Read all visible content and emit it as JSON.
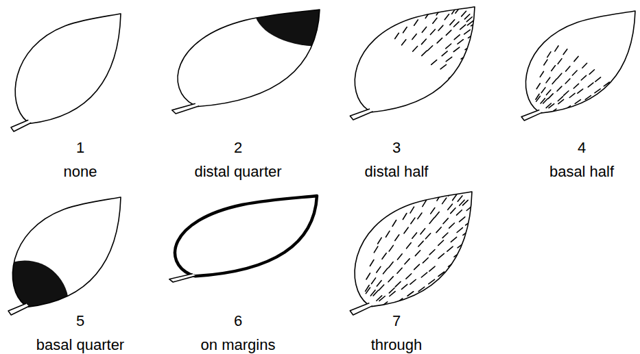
{
  "diagram": {
    "labels": [
      "1",
      "none",
      "2",
      "distal quarter",
      "3",
      "distal half",
      "4",
      "basal half",
      "5",
      "basal quarter",
      "6",
      "on margins",
      "7",
      "through"
    ]
  }
}
